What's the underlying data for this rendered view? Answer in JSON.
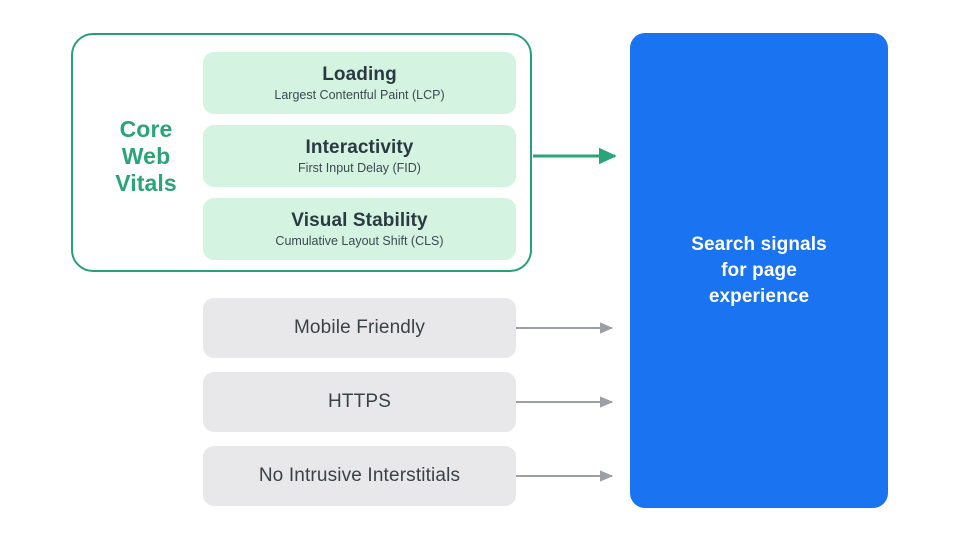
{
  "diagram": {
    "title": "Search signals for page experience",
    "background_color": "#FFFFFF",
    "core_web_vitals": {
      "label_line1": "Core",
      "label_line2": "Web",
      "label_line3": "Vitals",
      "label_color": "#2BA477",
      "border_color": "#26A07A",
      "pill_fill_color": "#D4F3E0",
      "items": [
        {
          "title": "Loading",
          "subtitle": "Largest Contentful Paint (LCP)"
        },
        {
          "title": "Interactivity",
          "subtitle": "First Input Delay (FID)"
        },
        {
          "title": "Visual Stability",
          "subtitle": "Cumulative Layout Shift (CLS)"
        }
      ]
    },
    "other_signals": {
      "fill_color": "#E8E8EA",
      "text_color": "#3A4247",
      "items": [
        {
          "label": "Mobile Friendly"
        },
        {
          "label": "HTTPS"
        },
        {
          "label": "No Intrusive Interstitials"
        }
      ]
    },
    "destination": {
      "line1": "Search signals",
      "line2": "for page",
      "line3": "experience",
      "fill_color": "#1A73F0",
      "text_color": "#FFFFFF"
    },
    "connectors": [
      {
        "name": "core-web-vitals-arrow",
        "color": "#2BA477"
      },
      {
        "name": "mobile-friendly-arrow",
        "color": "#9AA0A6"
      },
      {
        "name": "https-arrow",
        "color": "#9AA0A6"
      },
      {
        "name": "no-intrusive-interstitials-arrow",
        "color": "#9AA0A6"
      }
    ]
  }
}
